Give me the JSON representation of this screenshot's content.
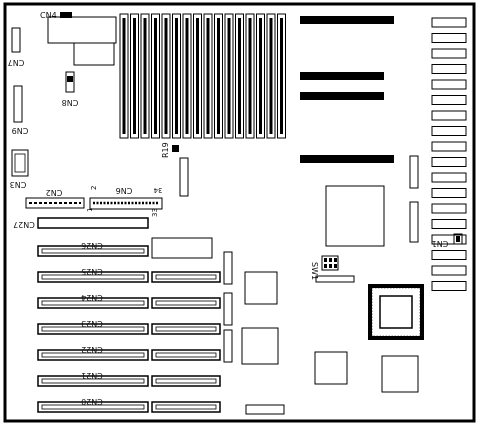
{
  "labels": {
    "cn4": "CN4",
    "cn7": "CN7",
    "cn8": "CN8",
    "cn9": "CN9",
    "cn3": "CN3",
    "cn2": "CN2",
    "cn6": "CN6",
    "cn27": "CN27",
    "cn26": "CN26",
    "cn25": "CN25",
    "cn24": "CN24",
    "cn23": "CN23",
    "cn22": "CN22",
    "cn21": "CN21",
    "cn20": "CN20",
    "cn1": "CN1",
    "r19": "R19",
    "sw1": "SW1",
    "pin1": "1",
    "pin2": "2",
    "pin33": "33",
    "pin34": "34"
  }
}
